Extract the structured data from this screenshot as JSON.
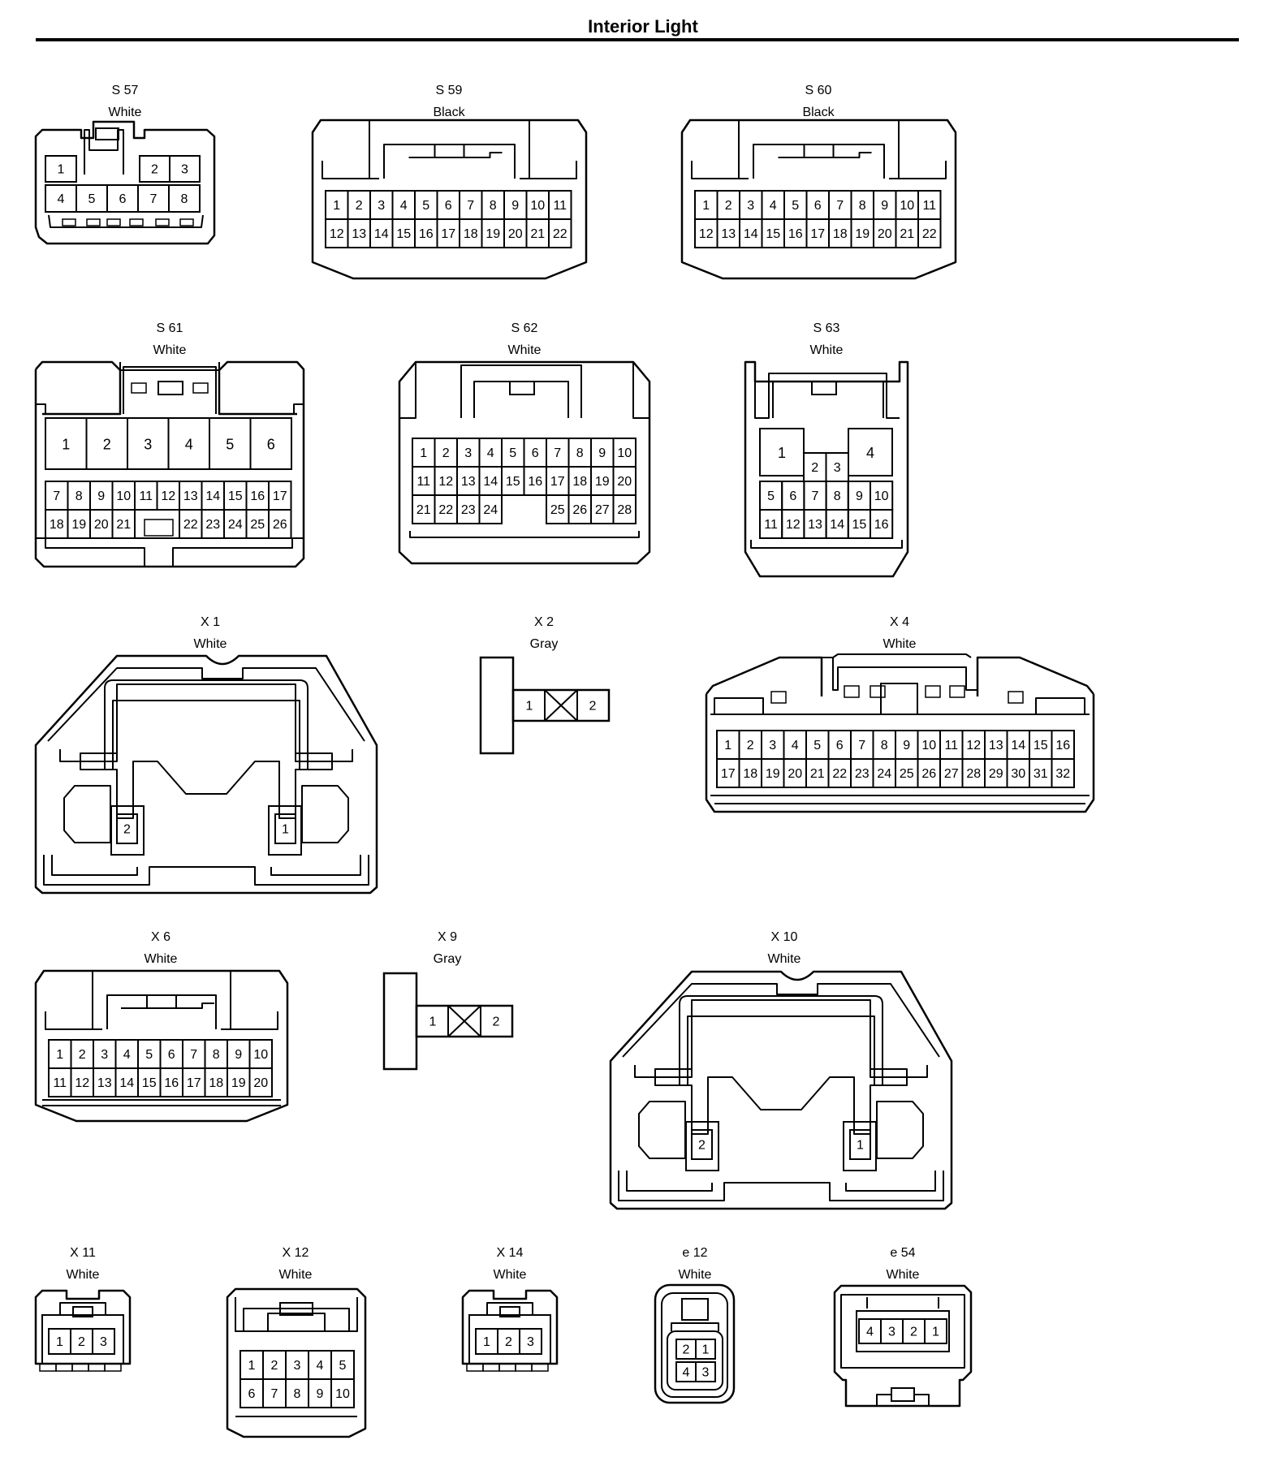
{
  "title": "Interior Light",
  "connectors": [
    {
      "id": "S 57",
      "color": "White",
      "pins": [
        "1",
        "2",
        "3",
        "4",
        "5",
        "6",
        "7",
        "8"
      ]
    },
    {
      "id": "S 59",
      "color": "Black",
      "pins": [
        "1",
        "2",
        "3",
        "4",
        "5",
        "6",
        "7",
        "8",
        "9",
        "10",
        "11",
        "12",
        "13",
        "14",
        "15",
        "16",
        "17",
        "18",
        "19",
        "20",
        "21",
        "22"
      ]
    },
    {
      "id": "S 60",
      "color": "Black",
      "pins": [
        "1",
        "2",
        "3",
        "4",
        "5",
        "6",
        "7",
        "8",
        "9",
        "10",
        "11",
        "12",
        "13",
        "14",
        "15",
        "16",
        "17",
        "18",
        "19",
        "20",
        "21",
        "22"
      ]
    },
    {
      "id": "S 61",
      "color": "White",
      "pins": [
        "1",
        "2",
        "3",
        "4",
        "5",
        "6",
        "7",
        "8",
        "9",
        "10",
        "11",
        "12",
        "13",
        "14",
        "15",
        "16",
        "17",
        "18",
        "19",
        "20",
        "21",
        "22",
        "23",
        "24",
        "25",
        "26"
      ]
    },
    {
      "id": "S 62",
      "color": "White",
      "pins": [
        "1",
        "2",
        "3",
        "4",
        "5",
        "6",
        "7",
        "8",
        "9",
        "10",
        "11",
        "12",
        "13",
        "14",
        "15",
        "16",
        "17",
        "18",
        "19",
        "20",
        "21",
        "22",
        "23",
        "24",
        "25",
        "26",
        "27",
        "28"
      ]
    },
    {
      "id": "S 63",
      "color": "White",
      "pins": [
        "1",
        "2",
        "3",
        "4",
        "5",
        "6",
        "7",
        "8",
        "9",
        "10",
        "11",
        "12",
        "13",
        "14",
        "15",
        "16"
      ]
    },
    {
      "id": "X 1",
      "color": "White",
      "pins": [
        "1",
        "2"
      ]
    },
    {
      "id": "X 2",
      "color": "Gray",
      "pins": [
        "1",
        "2"
      ]
    },
    {
      "id": "X 4",
      "color": "White",
      "pins": [
        "1",
        "2",
        "3",
        "4",
        "5",
        "6",
        "7",
        "8",
        "9",
        "10",
        "11",
        "12",
        "13",
        "14",
        "15",
        "16",
        "17",
        "18",
        "19",
        "20",
        "21",
        "22",
        "23",
        "24",
        "25",
        "26",
        "27",
        "28",
        "29",
        "30",
        "31",
        "32"
      ]
    },
    {
      "id": "X 6",
      "color": "White",
      "pins": [
        "1",
        "2",
        "3",
        "4",
        "5",
        "6",
        "7",
        "8",
        "9",
        "10",
        "11",
        "12",
        "13",
        "14",
        "15",
        "16",
        "17",
        "18",
        "19",
        "20"
      ]
    },
    {
      "id": "X 9",
      "color": "Gray",
      "pins": [
        "1",
        "2"
      ]
    },
    {
      "id": "X 10",
      "color": "White",
      "pins": [
        "1",
        "2"
      ]
    },
    {
      "id": "X 11",
      "color": "White",
      "pins": [
        "1",
        "2",
        "3"
      ]
    },
    {
      "id": "X 12",
      "color": "White",
      "pins": [
        "1",
        "2",
        "3",
        "4",
        "5",
        "6",
        "7",
        "8",
        "9",
        "10"
      ]
    },
    {
      "id": "X 14",
      "color": "White",
      "pins": [
        "1",
        "2",
        "3"
      ]
    },
    {
      "id": "e 12",
      "color": "White",
      "pins": [
        "1",
        "2",
        "3",
        "4"
      ]
    },
    {
      "id": "e 54",
      "color": "White",
      "pins": [
        "1",
        "2",
        "3",
        "4"
      ]
    }
  ]
}
